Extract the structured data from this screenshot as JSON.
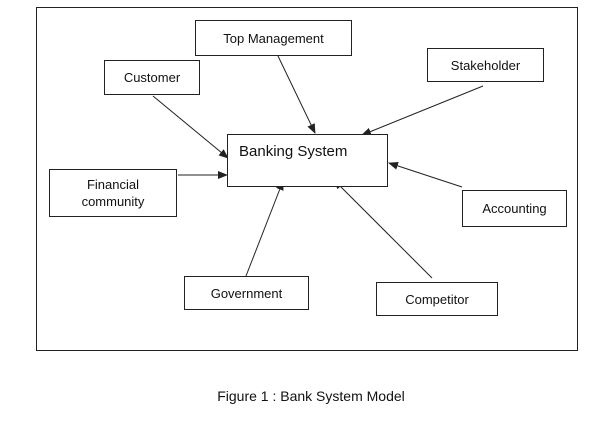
{
  "diagram": {
    "center": {
      "label": "Banking System"
    },
    "nodes": {
      "top_management": {
        "label": "Top Management"
      },
      "customer": {
        "label": "Customer"
      },
      "stakeholder": {
        "label": "Stakeholder"
      },
      "financial_community": {
        "label": "Financial\ncommunity"
      },
      "accounting": {
        "label": "Accounting"
      },
      "government": {
        "label": "Government"
      },
      "competitor": {
        "label": "Competitor"
      }
    },
    "caption": "Figure 1 : Bank System Model",
    "line_color": "#222222"
  }
}
